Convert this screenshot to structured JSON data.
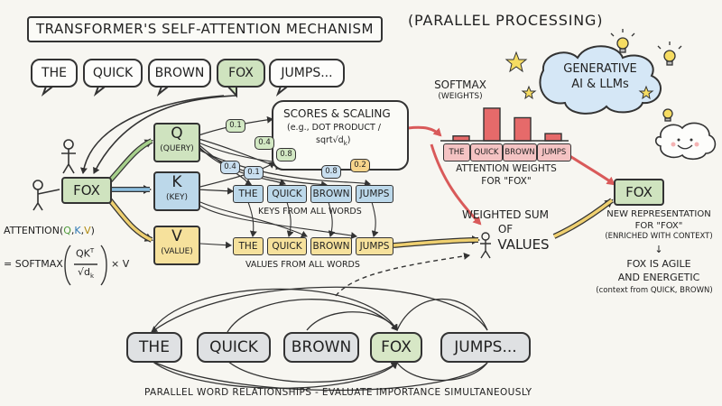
{
  "title": "TRANSFORMER'S SELF-ATTENTION MECHANISM",
  "subtitle": "(PARALLEL PROCESSING)",
  "input_words": [
    "THE",
    "QUICK",
    "BROWN",
    "FOX",
    "JUMPS..."
  ],
  "focus_word": "FOX",
  "qkv": [
    {
      "letter": "Q",
      "label": "(QUERY)",
      "color": "#cfe3bf"
    },
    {
      "letter": "K",
      "label": "(KEY)",
      "color": "#bcd8ea"
    },
    {
      "letter": "V",
      "label": "(VALUE)",
      "color": "#f6e19c"
    }
  ],
  "score_weights": [
    "0.1",
    "0.4",
    "0.8",
    "0.4",
    "0.1",
    "0.8",
    "0.2"
  ],
  "scores": {
    "heading": "SCORES & SCALING",
    "detail_line1": "(e.g., DOT PRODUCT /",
    "detail_line2": "sqrt√d",
    "detail_sub": "k",
    "detail_close": ")"
  },
  "keys_words": [
    "THE",
    "QUICK",
    "BROWN",
    "JUMPS"
  ],
  "keys_caption": "KEYS FROM ALL WORDS",
  "values_words": [
    "THE",
    "QUICK",
    "BROWN",
    "JUMPS"
  ],
  "values_caption": "VALUES FROM ALL WORDS",
  "formula": {
    "label": "ATTENTION(",
    "q": "Q",
    "k": "K",
    "v": "V",
    "close": ")",
    "prefix": "= SOFTMAX",
    "numerator": "QK",
    "sup": "T",
    "denominator": "√d",
    "den_sub": "k",
    "suffix": "× V"
  },
  "softmax": {
    "label": "SOFTMAX",
    "sublabel": "(WEIGHTS)",
    "words": [
      "THE",
      "QUICK",
      "BROWN",
      "JUMPS"
    ],
    "values": [
      0.12,
      0.82,
      0.58,
      0.18
    ],
    "caption_line1": "ATTENTION WEIGHTS",
    "caption_line2": "FOR \"FOX\""
  },
  "cloud": {
    "line1": "GENERATIVE",
    "line2": "AI & LLMs"
  },
  "weighted_sum": {
    "line1": "WEIGHTED SUM",
    "line2": "OF",
    "line3": "VALUES"
  },
  "output": {
    "word": "FOX",
    "line1": "NEW REPRESENTATION",
    "line2": "FOR \"FOX\"",
    "line3": "(ENRICHED WITH CONTEXT)",
    "arrow": "↓",
    "line4": "FOX IS AGILE",
    "line5": "AND ENERGETIC",
    "line6": "(context from QUICK, BROWN)"
  },
  "bottom_words": [
    "THE",
    "QUICK",
    "BROWN",
    "FOX",
    "JUMPS..."
  ],
  "bottom_caption": "PARALLEL WORD RELATIONSHIPS - EVALUATE IMPORTANCE SIMULTANEOUSLY",
  "colors": {
    "green": "#cfe3bf",
    "blue": "#bcd8ea",
    "yellow": "#f6e19c",
    "red": "#e66a6a",
    "grey": "#dfe1e3",
    "ink": "#333333",
    "cloud": "#d5e7f6"
  }
}
